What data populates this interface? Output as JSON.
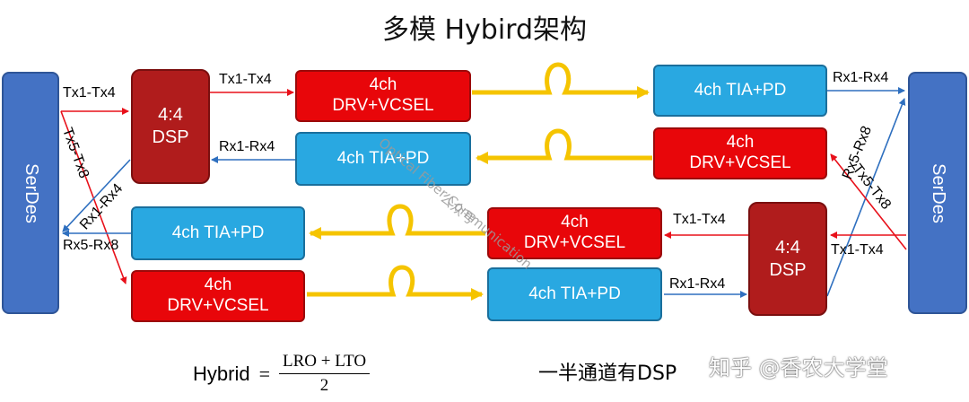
{
  "title": "多模 Hybird架构",
  "serdes_left": "SerDes",
  "serdes_right": "SerDes",
  "dsp_top": "4:4\nDSP",
  "dsp_bottom": "4:4\nDSP",
  "drv_label": "4ch\nDRV+VCSEL",
  "tia_label": "4ch TIA+PD",
  "labels": {
    "tx1_tx4": "Tx1-Tx4",
    "tx5_tx8": "Tx5-Tx8",
    "rx1_rx4": "Rx1-Rx4",
    "rx5_rx8": "Rx5-Rx8"
  },
  "watermark": [
    "Optical Fiber Communication",
    "公众号"
  ],
  "formula": {
    "lhs": "Hybrid",
    "eq": "=",
    "numerator": "LRO + LTO",
    "denominator": "2"
  },
  "note": "一半通道有DSP",
  "brand": "知乎 @香农大学堂",
  "colors": {
    "serdes": "#4472c4",
    "dsp": "#b01c1c",
    "drv": "#e8060a",
    "tia": "#29a8e1",
    "fiber": "#f5c400",
    "red_arrow": "#e8101a",
    "blue_arrow": "#2e6fbf"
  }
}
